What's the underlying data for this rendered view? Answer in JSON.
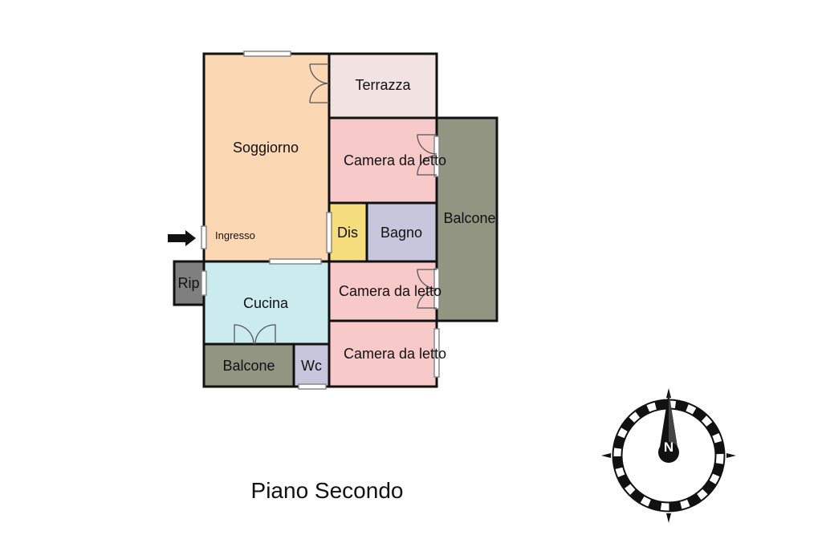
{
  "floor_title": "Piano Secondo",
  "rooms": {
    "terrazza": "Terrazza",
    "soggiorno": "Soggiorno",
    "ingresso": "Ingresso",
    "camera_1": "Camera da letto",
    "camera_2": "Camera da letto",
    "camera_3": "Camera da letto",
    "balcone_est": "Balcone",
    "balcone_sud": "Balcone",
    "dis": "Dis",
    "bagno": "Bagno",
    "rip": "Rip",
    "cucina": "Cucina",
    "wc": "Wc"
  },
  "compass": {
    "label": "N",
    "icon": "compass-rose-icon"
  },
  "entrance": {
    "icon": "entrance-arrow-icon"
  },
  "colors": {
    "soggiorno": "#fbd7b4",
    "terrazza": "#f1e3e1",
    "camera": "#f8c9c9",
    "balcone": "#939583",
    "dis": "#f6dd7e",
    "bagno": "#c7c6dc",
    "cucina": "#cbebef",
    "rip": "#7f7f7f",
    "wall": "#111111"
  }
}
